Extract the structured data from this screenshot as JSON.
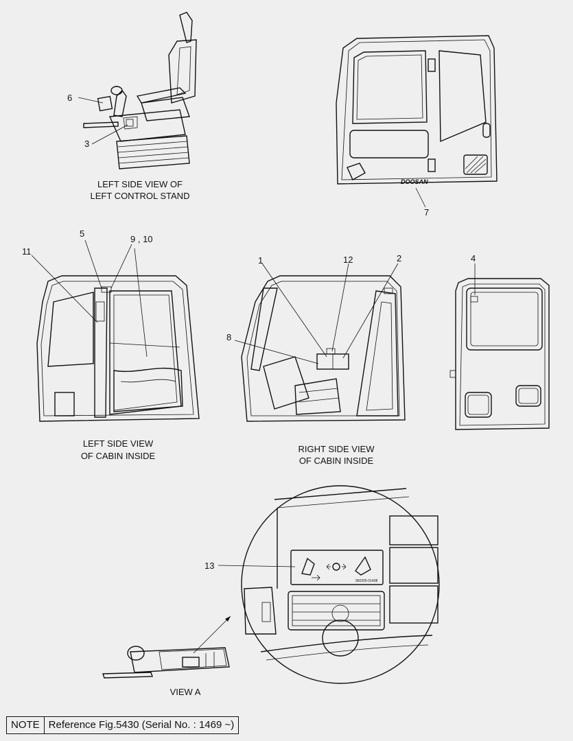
{
  "views": {
    "control_stand": [
      "LEFT SIDE VIEW OF",
      "LEFT CONTROL STAND"
    ],
    "cabin_left": [
      "LEFT SIDE VIEW",
      "OF CABIN INSIDE"
    ],
    "cabin_right": [
      "RIGHT SIDE VIEW",
      "OF CABIN INSIDE"
    ],
    "view_a": "VIEW  A"
  },
  "callouts": {
    "c1": "1",
    "c2": "2",
    "c3": "3",
    "c4": "4",
    "c5": "5",
    "c6": "6",
    "c7": "7",
    "c8": "8",
    "c9_10": "9 , 10",
    "c11": "11",
    "c12": "12",
    "c13": "13"
  },
  "brand_mark": "DOOSAN",
  "decal_code": "950205-01408",
  "note": {
    "key": "NOTE",
    "text": "Reference Fig.5430 (Serial No. : 1469 ~)"
  }
}
